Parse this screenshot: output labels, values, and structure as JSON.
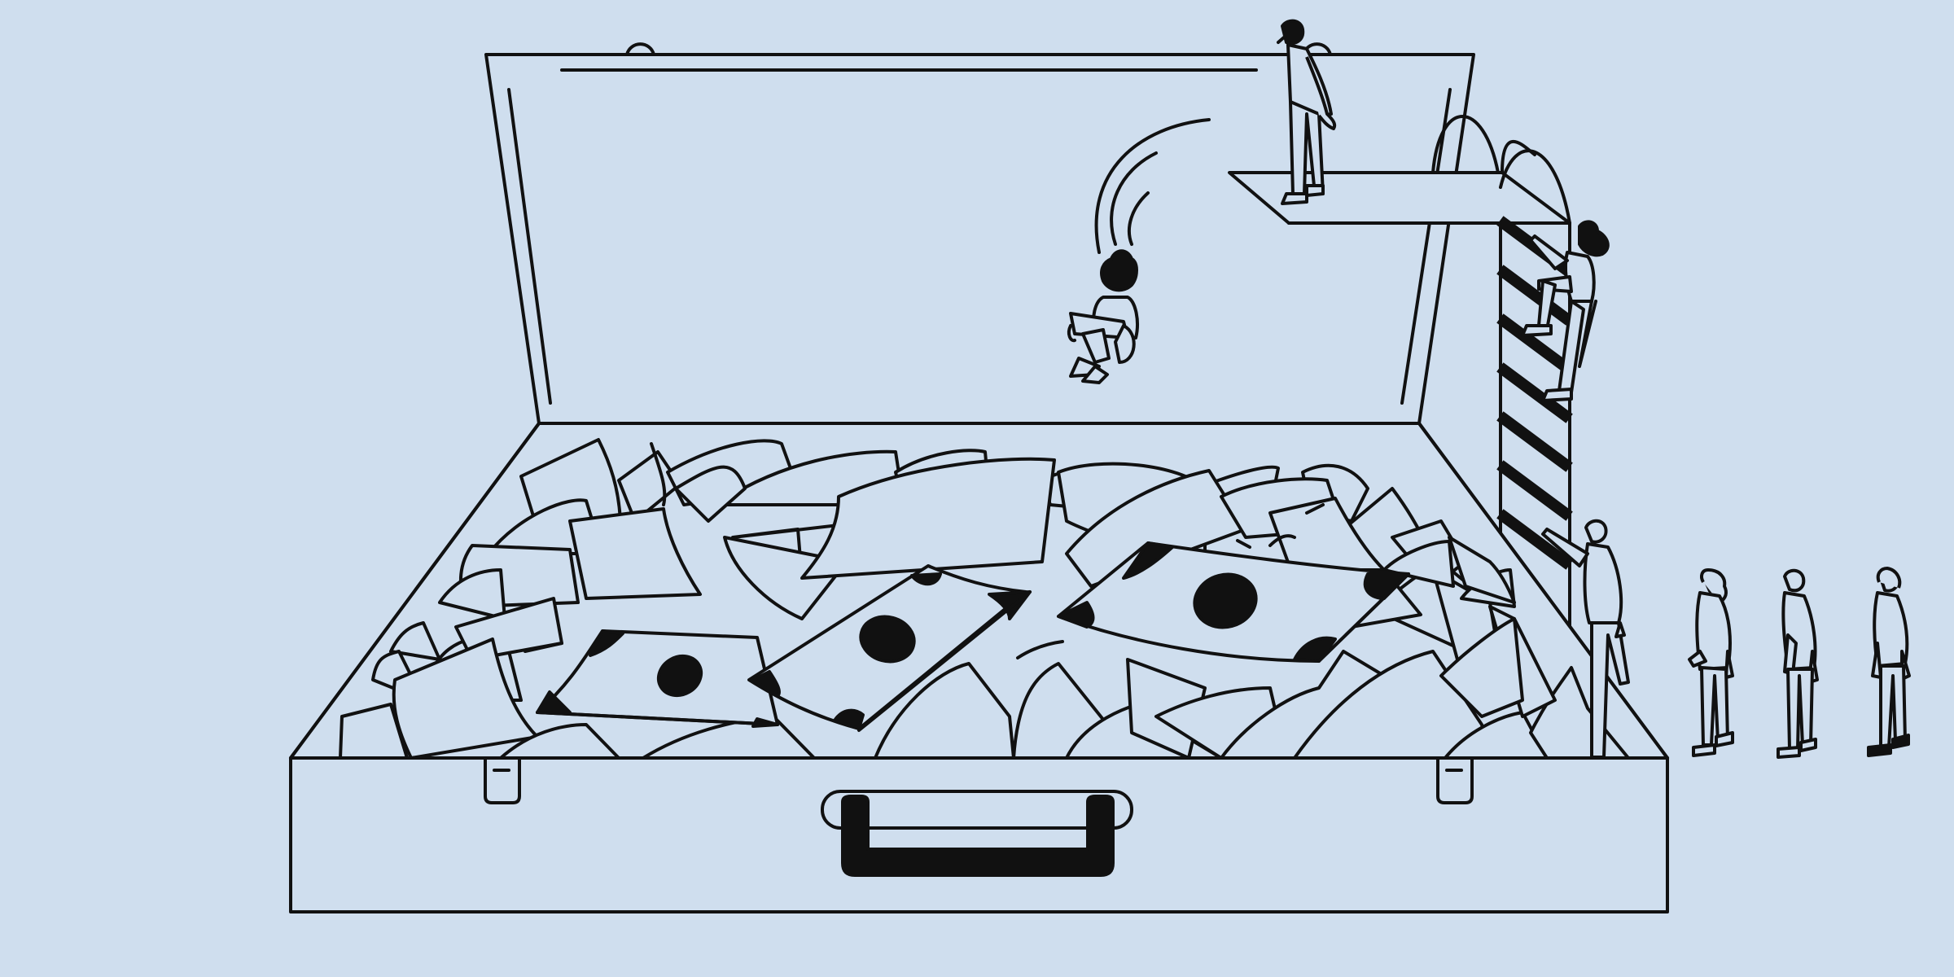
{
  "colors": {
    "background": "#cfdeee",
    "ink": "#111111"
  },
  "icons": {
    "briefcase": "open-briefcase-illustration",
    "money": "banknote-illustration",
    "people": "person-figure-illustration",
    "platform": "diving-board-illustration",
    "ladder": "ladder-illustration"
  }
}
